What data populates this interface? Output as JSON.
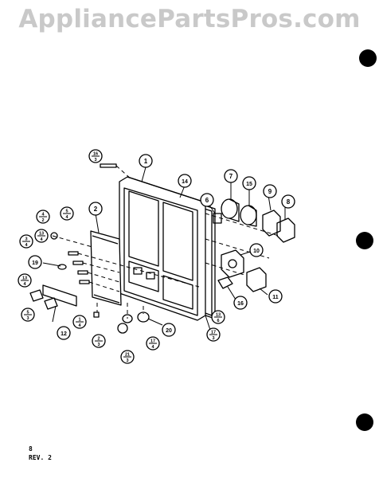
{
  "watermark": "AppliancePartsPros.com",
  "footer": {
    "page": "8",
    "rev": "REV. 2"
  },
  "callouts": [
    {
      "id": "c1",
      "text": "1"
    },
    {
      "id": "c2",
      "text": "2"
    },
    {
      "id": "c6",
      "text": "6"
    },
    {
      "id": "c7",
      "text": "7"
    },
    {
      "id": "c8",
      "text": "8"
    },
    {
      "id": "c9",
      "text": "9"
    },
    {
      "id": "c10",
      "text": "10"
    },
    {
      "id": "c11",
      "text": "11"
    },
    {
      "id": "c12",
      "text": "12"
    },
    {
      "id": "c14",
      "text": "14"
    },
    {
      "id": "c15",
      "text": "15"
    },
    {
      "id": "c16",
      "text": "16"
    },
    {
      "id": "c19",
      "text": "19"
    },
    {
      "id": "c20",
      "text": "20"
    }
  ],
  "fractions": [
    {
      "id": "f1",
      "top": "13",
      "bottom": "4"
    },
    {
      "id": "f2",
      "top": "5",
      "bottom": "4"
    },
    {
      "id": "f3",
      "top": "16",
      "bottom": "3"
    },
    {
      "id": "f4",
      "top": "3",
      "bottom": "4"
    },
    {
      "id": "f5",
      "top": "13",
      "bottom": "4"
    },
    {
      "id": "f6",
      "top": "4",
      "bottom": "2"
    },
    {
      "id": "f7",
      "top": "5",
      "bottom": "3"
    },
    {
      "id": "f8",
      "top": "1",
      "bottom": "4"
    },
    {
      "id": "f9",
      "top": "2",
      "bottom": "3"
    },
    {
      "id": "f10",
      "top": "17",
      "bottom": "4"
    },
    {
      "id": "f11",
      "top": "21",
      "bottom": "3"
    },
    {
      "id": "f12",
      "top": "13",
      "bottom": "6"
    },
    {
      "id": "f13",
      "top": "17",
      "bottom": "3"
    }
  ],
  "colors": {
    "ink": "#000000",
    "paper": "#ffffff",
    "watermark": "#c9c9c9"
  }
}
